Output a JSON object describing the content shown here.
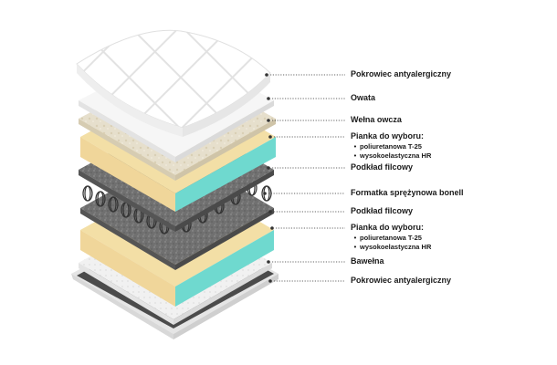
{
  "layers": [
    {
      "id": "top-cover",
      "label": "Pokrowiec antyalergiczny"
    },
    {
      "id": "wadding",
      "label": "Owata"
    },
    {
      "id": "wool",
      "label": "Wełna owcza"
    },
    {
      "id": "foam-top",
      "label": "Pianka do wyboru:",
      "options": [
        "poliuretanowa T-25",
        "wysokoelastyczna HR"
      ]
    },
    {
      "id": "felt-top",
      "label": "Podkład filcowy"
    },
    {
      "id": "springs",
      "label": "Formatka sprężynowa bonell"
    },
    {
      "id": "felt-bottom",
      "label": "Podkład filcowy"
    },
    {
      "id": "foam-bottom",
      "label": "Pianka do wyboru:",
      "options": [
        "poliuretanowa T-25",
        "wysokoelastyczna HR"
      ]
    },
    {
      "id": "cotton",
      "label": "Bawełna"
    },
    {
      "id": "bottom-cover",
      "label": "Pokrowiec antyalergiczny"
    }
  ],
  "colors": {
    "cover": "#f4f4f4",
    "wadding": "#f7f7f7",
    "wool": "#e4dcc8",
    "foam_face": "#f3dfa6",
    "foam_side": "#6fd9cf",
    "felt": "#6e6e6e",
    "spring": "#333333",
    "cotton": "#eeeeee",
    "bottom": "#4a4a4a",
    "leader": "#333333"
  }
}
